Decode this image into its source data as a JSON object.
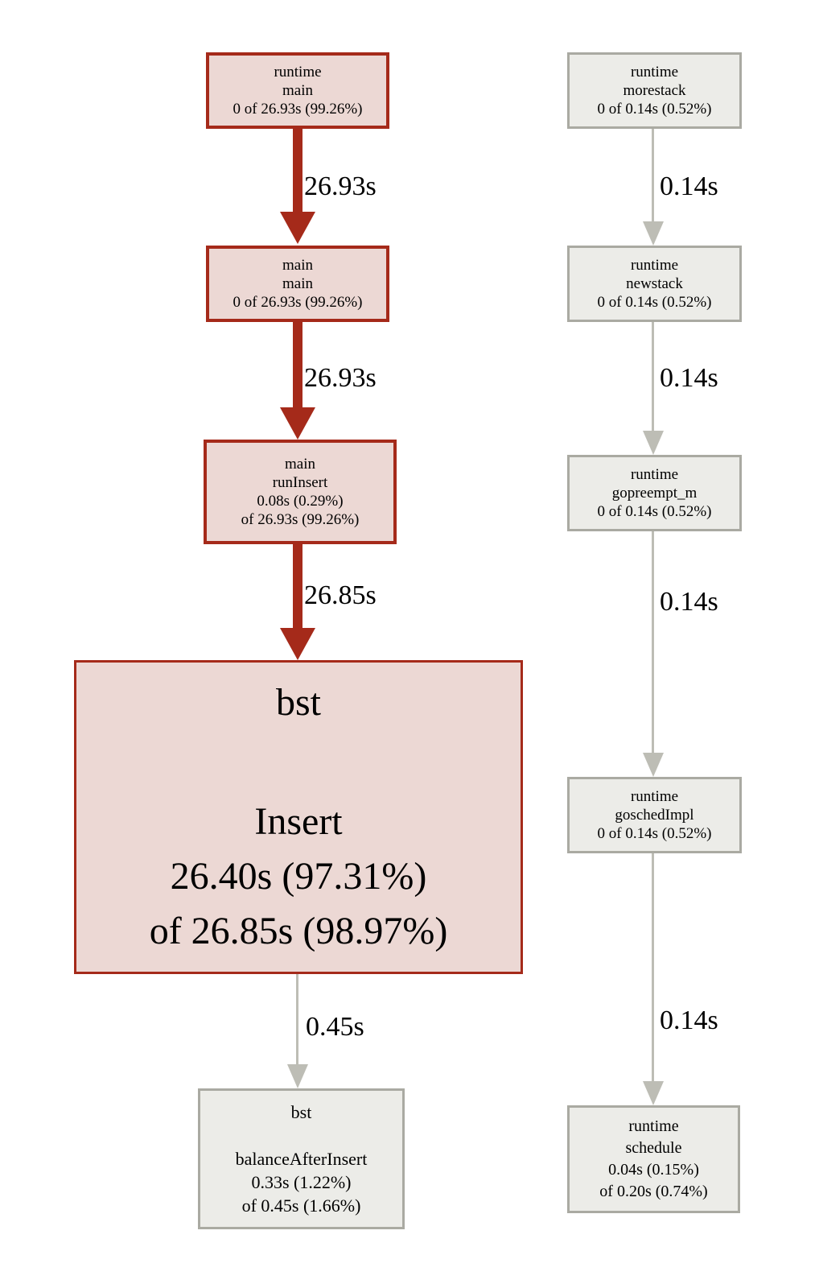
{
  "graph": {
    "kind": "pprof-call-graph",
    "colors": {
      "hot_border": "#A52A1A",
      "hot_fill": "#ECD8D4",
      "cold_border": "#AAAAA2",
      "cold_fill": "#ECECE8",
      "cold_edge": "#BDBDB5",
      "text": "#000000"
    },
    "nodes": {
      "l1": {
        "lines": [
          "runtime",
          "main",
          "0 of 26.93s (99.26%)"
        ]
      },
      "l2": {
        "lines": [
          "main",
          "main",
          "0 of 26.93s (99.26%)"
        ]
      },
      "l3": {
        "lines": [
          "main",
          "runInsert",
          "0.08s (0.29%)",
          "of 26.93s (99.26%)"
        ]
      },
      "l4": {
        "pkg": "bst",
        "fn": "Insert",
        "flat": "26.40s (97.31%)",
        "cum": "of 26.85s (98.97%)"
      },
      "l5": {
        "pkg": "bst",
        "fn": "balanceAfterInsert",
        "flat": "0.33s (1.22%)",
        "cum": "of 0.45s (1.66%)"
      },
      "r1": {
        "lines": [
          "runtime",
          "morestack",
          "0 of 0.14s (0.52%)"
        ]
      },
      "r2": {
        "lines": [
          "runtime",
          "newstack",
          "0 of 0.14s (0.52%)"
        ]
      },
      "r3": {
        "lines": [
          "runtime",
          "gopreempt_m",
          "0 of 0.14s (0.52%)"
        ]
      },
      "r4": {
        "lines": [
          "runtime",
          "goschedImpl",
          "0 of 0.14s (0.52%)"
        ]
      },
      "r5": {
        "lines": [
          "runtime",
          "schedule",
          "0.04s (0.15%)",
          "of 0.20s (0.74%)"
        ]
      }
    },
    "edges": {
      "l1_l2": {
        "label": "26.93s"
      },
      "l2_l3": {
        "label": "26.93s"
      },
      "l3_l4": {
        "label": "26.85s"
      },
      "l4_l5": {
        "label": "0.45s"
      },
      "r1_r2": {
        "label": "0.14s"
      },
      "r2_r3": {
        "label": "0.14s"
      },
      "r3_r4": {
        "label": "0.14s"
      },
      "r4_r5": {
        "label": "0.14s"
      }
    }
  }
}
